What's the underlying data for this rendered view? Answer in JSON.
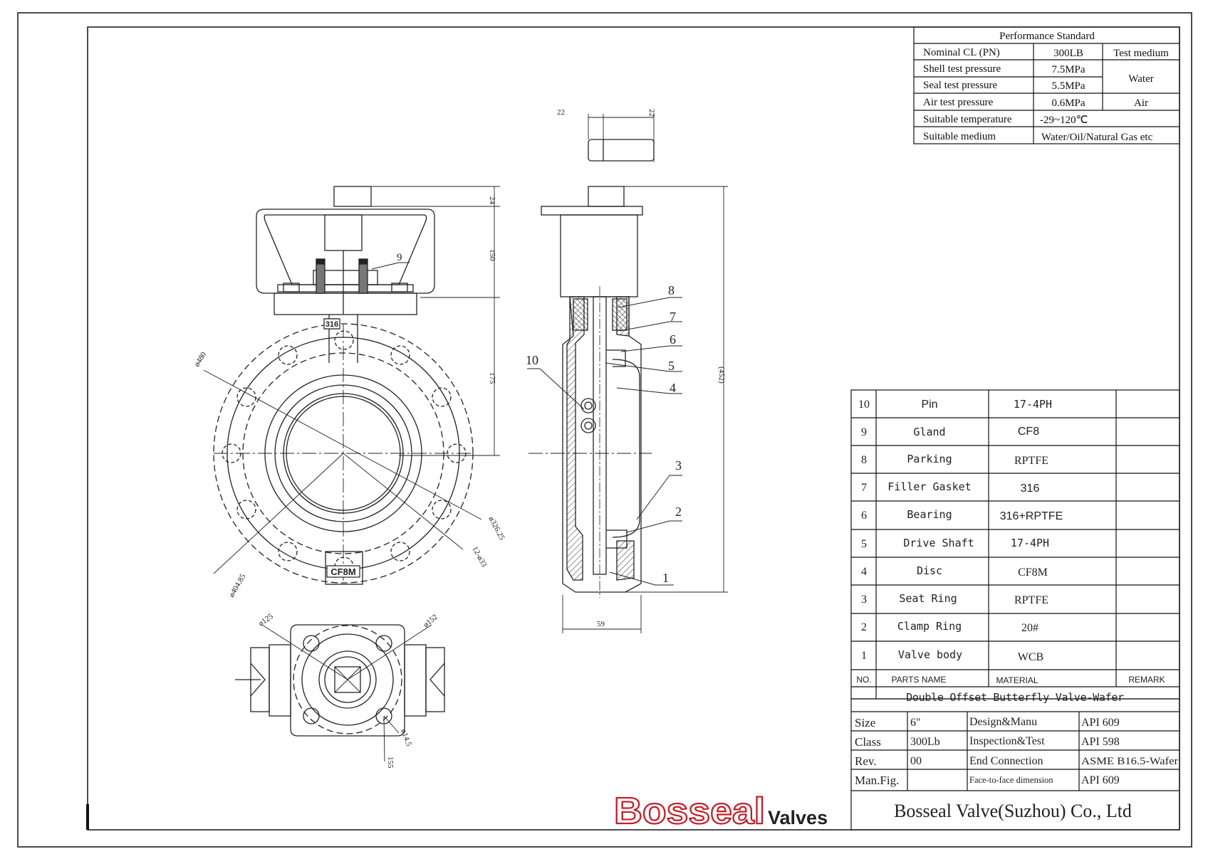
{
  "performance": {
    "title": "Performance Standard",
    "rows": [
      {
        "label": "Nominal CL (PN)",
        "value": "300LB",
        "medium": "Test medium"
      },
      {
        "label": "Shell test pressure",
        "value": "7.5MPa",
        "medium": "Water"
      },
      {
        "label": "Seal test pressure",
        "value": "5.5MPa",
        "medium": ""
      },
      {
        "label": "Air test pressure",
        "value": "0.6MPa",
        "medium": "Air"
      },
      {
        "label": "Suitable temperature",
        "value": "-29~120℃",
        "medium": ""
      },
      {
        "label": "Suitable medium",
        "value": "Water/Oil/Natural Gas etc",
        "medium": ""
      }
    ]
  },
  "parts": [
    {
      "no": "10",
      "name": "Pin",
      "material": "17-4PH"
    },
    {
      "no": "9",
      "name": "Gland",
      "material": "CF8"
    },
    {
      "no": "8",
      "name": "Parking",
      "material": "RPTFE"
    },
    {
      "no": "7",
      "name": "Filler Gasket",
      "material": "316"
    },
    {
      "no": "6",
      "name": "Bearing",
      "material": "316+RPTFE"
    },
    {
      "no": "5",
      "name": "Drive Shaft",
      "material": "17-4PH"
    },
    {
      "no": "4",
      "name": "Disc",
      "material": "CF8M"
    },
    {
      "no": "3",
      "name": "Seat Ring",
      "material": "RPTFE"
    },
    {
      "no": "2",
      "name": "Clamp Ring",
      "material": "20#"
    },
    {
      "no": "1",
      "name": "Valve body",
      "material": "WCB"
    }
  ],
  "parts_header": {
    "no": "NO.",
    "name": "PARTS NAME",
    "material": "MATERIAL",
    "remark": "REMARK"
  },
  "title_block": {
    "product": "Double Offset Butterfly Valve-Wafer",
    "left": [
      {
        "label": "Size",
        "value": "6\""
      },
      {
        "label": "Class",
        "value": "300Lb"
      },
      {
        "label": "Rev.",
        "value": "00"
      },
      {
        "label": "Man.Fig.",
        "value": ""
      }
    ],
    "right": [
      {
        "label": "Design&Manu",
        "value": "API 609"
      },
      {
        "label": "Inspection&Test",
        "value": "API 598"
      },
      {
        "label": "End Connection",
        "value": "ASME B16.5-Wafer"
      },
      {
        "label": "Face-to-face dimension",
        "value": "API 609"
      }
    ],
    "company": "Bosseal Valve(Suzhou) Co., Ltd"
  },
  "logo": {
    "brand": "Bosseal",
    "suffix": "Valves",
    "brand_color": "#c0202a"
  },
  "dimensions": {
    "top_left": "22",
    "top_right": "22",
    "h24": "24",
    "h150": "150",
    "h175": "175",
    "h452": "(452)",
    "w59": "59",
    "d480": "ø480",
    "d404": "ø404.85",
    "d326": "ø326.25",
    "holes": "12-ø33",
    "d125": "ø125",
    "d152": "ø152",
    "d14": "ø14.5",
    "d155": "155"
  },
  "marks": {
    "body_top": "316",
    "body_bottom": "CF8M"
  },
  "callouts": [
    "1",
    "2",
    "3",
    "4",
    "5",
    "6",
    "7",
    "8",
    "9",
    "10"
  ]
}
